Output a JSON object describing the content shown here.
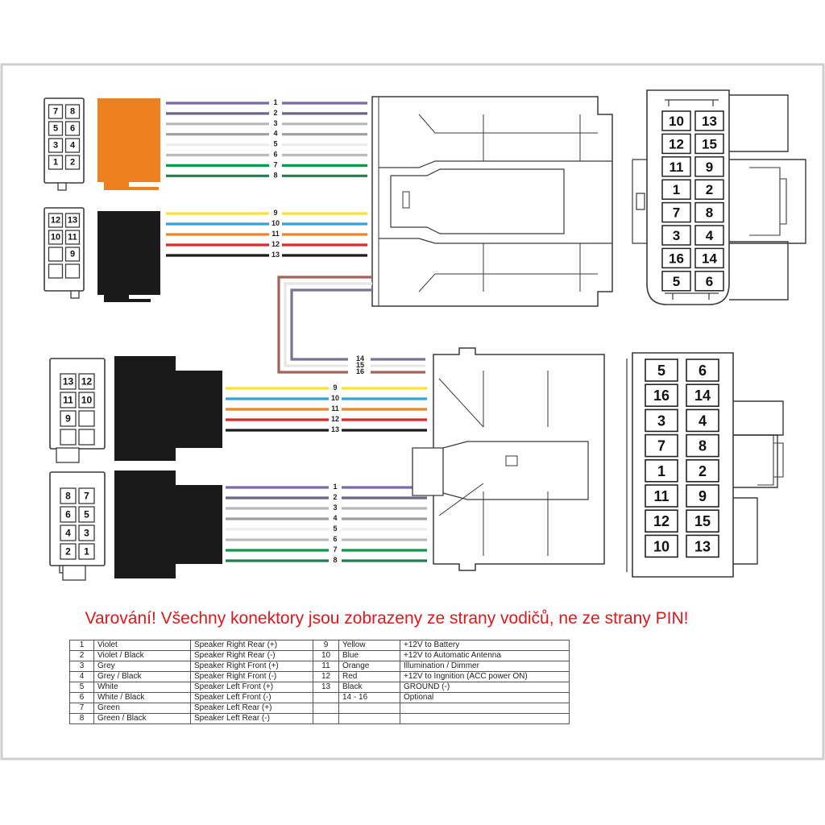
{
  "warning": "Varování! Všechny konektory jsou zobrazeny ze strany vodičů, ne ze strany PIN!",
  "colors": {
    "1": "#7b6aa8",
    "2": "#6e6585",
    "3": "#b8b8b8",
    "4": "#a0a0a0",
    "5": "#ececec",
    "6": "#bcbcbc",
    "7": "#0f9a48",
    "8": "#1d7f50",
    "9": "#f6e232",
    "10": "#2fa3dc",
    "11": "#ee8424",
    "12": "#e0262d",
    "13": "#1c1c1c",
    "14": "#7a7490",
    "15": "#e6e6e6",
    "16": "#a4635a",
    "orange_block": "#ee8020",
    "black_block": "#1a1a1a"
  },
  "iso_a": {
    "pins": [
      "7",
      "8",
      "5",
      "6",
      "3",
      "4",
      "1",
      "2"
    ]
  },
  "iso_b": {
    "pins": [
      "12",
      "13",
      "10",
      "11",
      "",
      "9",
      "",
      ""
    ]
  },
  "iso_c": {
    "pins": [
      "13",
      "12",
      "11",
      "10",
      "9",
      "",
      "",
      ""
    ]
  },
  "iso_d": {
    "pins": [
      "8",
      "7",
      "6",
      "5",
      "4",
      "3",
      "2",
      "1"
    ]
  },
  "connector_top": {
    "pins": [
      "10",
      "13",
      "12",
      "15",
      "11",
      "9",
      "1",
      "2",
      "7",
      "8",
      "3",
      "4",
      "16",
      "14",
      "5",
      "6"
    ]
  },
  "connector_bottom": {
    "pins": [
      "5",
      "6",
      "16",
      "14",
      "3",
      "4",
      "7",
      "8",
      "1",
      "2",
      "11",
      "9",
      "12",
      "15",
      "10",
      "13"
    ]
  },
  "top_wires_a": [
    "1",
    "2",
    "3",
    "4",
    "5",
    "6",
    "7",
    "8"
  ],
  "top_wires_b": [
    "9",
    "10",
    "11",
    "12",
    "13"
  ],
  "mid_wires": [
    "14",
    "15",
    "16"
  ],
  "bottom_wires_b": [
    "9",
    "10",
    "11",
    "12",
    "13"
  ],
  "bottom_wires_a": [
    "1",
    "2",
    "3",
    "4",
    "5",
    "6",
    "7",
    "8"
  ],
  "legend": {
    "rows": [
      [
        "1",
        "Violet",
        "Speaker Right Rear (+)",
        "9",
        "Yellow",
        "+12V to Battery"
      ],
      [
        "2",
        "Violet / Black",
        "Speaker Right Rear (-)",
        "10",
        "Blue",
        "+12V to Automatic Antenna"
      ],
      [
        "3",
        "Grey",
        "Speaker Right Front (+)",
        "11",
        "Orange",
        "Illumination / Dimmer"
      ],
      [
        "4",
        "Grey / Black",
        "Speaker Right Front (-)",
        "12",
        "Red",
        "+12V to Ingnition (ACC power ON)"
      ],
      [
        "5",
        "White",
        "Speaker Left Front (+)",
        "13",
        "Black",
        "GROUND (-)"
      ],
      [
        "6",
        "White / Black",
        "Speaker Left Front (-)",
        "",
        "14 - 16",
        "Optional"
      ],
      [
        "7",
        "Green",
        "Speaker Left Rear (+)",
        "",
        "",
        ""
      ],
      [
        "8",
        "Green / Black",
        "Speaker Left Rear (-)",
        "",
        "",
        ""
      ]
    ]
  }
}
